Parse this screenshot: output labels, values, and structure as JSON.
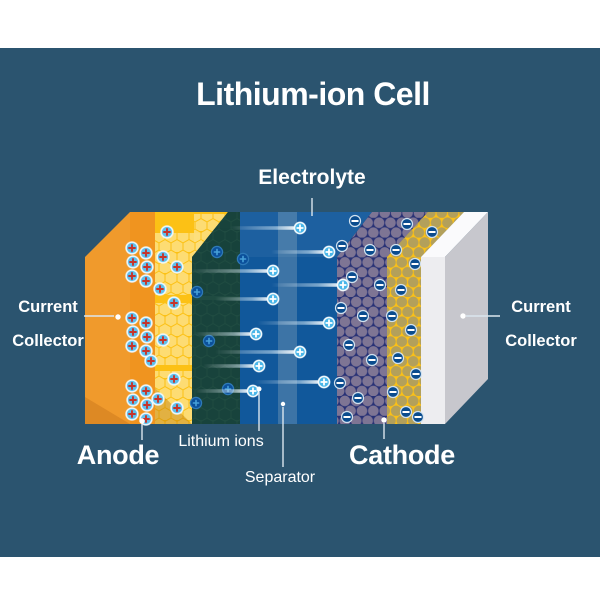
{
  "title": "Lithium-ion Cell",
  "callouts": {
    "electrolyte": "Electrolyte",
    "anode": "Anode",
    "cathode": "Cathode",
    "lithium_ions": "Lithium ions",
    "separator": "Separator",
    "current_collector_left": [
      "Current",
      "Collector"
    ],
    "current_collector_right": [
      "Current",
      "Collector"
    ]
  },
  "icons": {
    "plus_ion_icon": "+",
    "minus_ion_icon": "−"
  },
  "colors": {
    "page_margin": "#ffffff",
    "background": "#2b546f",
    "text": "#ffffff",
    "current_collector_anode": "#f0941f",
    "anode_material": "#fcc115",
    "anode_hexagons": "#fddf7d",
    "anode_shadow_face": "#1f4b41",
    "electrolyte": "#11589b",
    "separator_strip": "#3d74a6",
    "cathode_shadow_face": "#283175",
    "cathode_particles_shadow": "#7e7594",
    "cathode_material": "#fcc115",
    "cathode_particles": "#b3a05b",
    "current_collector_cathode": "#ededf0",
    "collector_side_face": "#c7c7cd",
    "positive_ion": "#5fc0ec",
    "positive_ion_symbol": "#c5342c",
    "negative_ion": "#0a4c8e",
    "leader_line": "#dbe6ee"
  }
}
